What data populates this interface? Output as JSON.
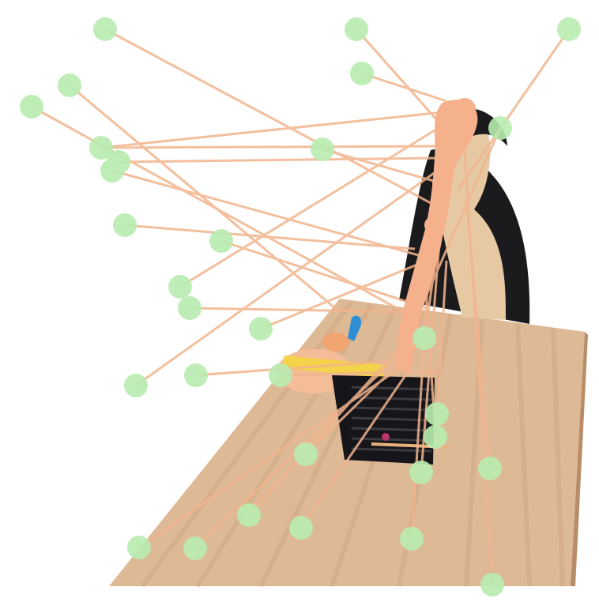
{
  "scene": {
    "description_text": "",
    "colors": {
      "background": "#ffffff",
      "table_top": "#ddb996",
      "table_top_dark": "#c9a07b",
      "table_edge": "#b88c66",
      "mannequin_skin": "#e6c9a3",
      "coat": "#1b1b1e",
      "trajectory_line": "#f2b48d",
      "trajectory_blob": "#f5b08c",
      "keypoint_fill": "#b9ecb0",
      "tray": "#16161a",
      "ruler": "#f3d34a",
      "bowl": "#f4bd98",
      "blue_toy": "#2f8fd6"
    },
    "icons": [
      "mannequin-figure",
      "wooden-table",
      "dish-rack",
      "ruler",
      "toy-bowl"
    ]
  }
}
